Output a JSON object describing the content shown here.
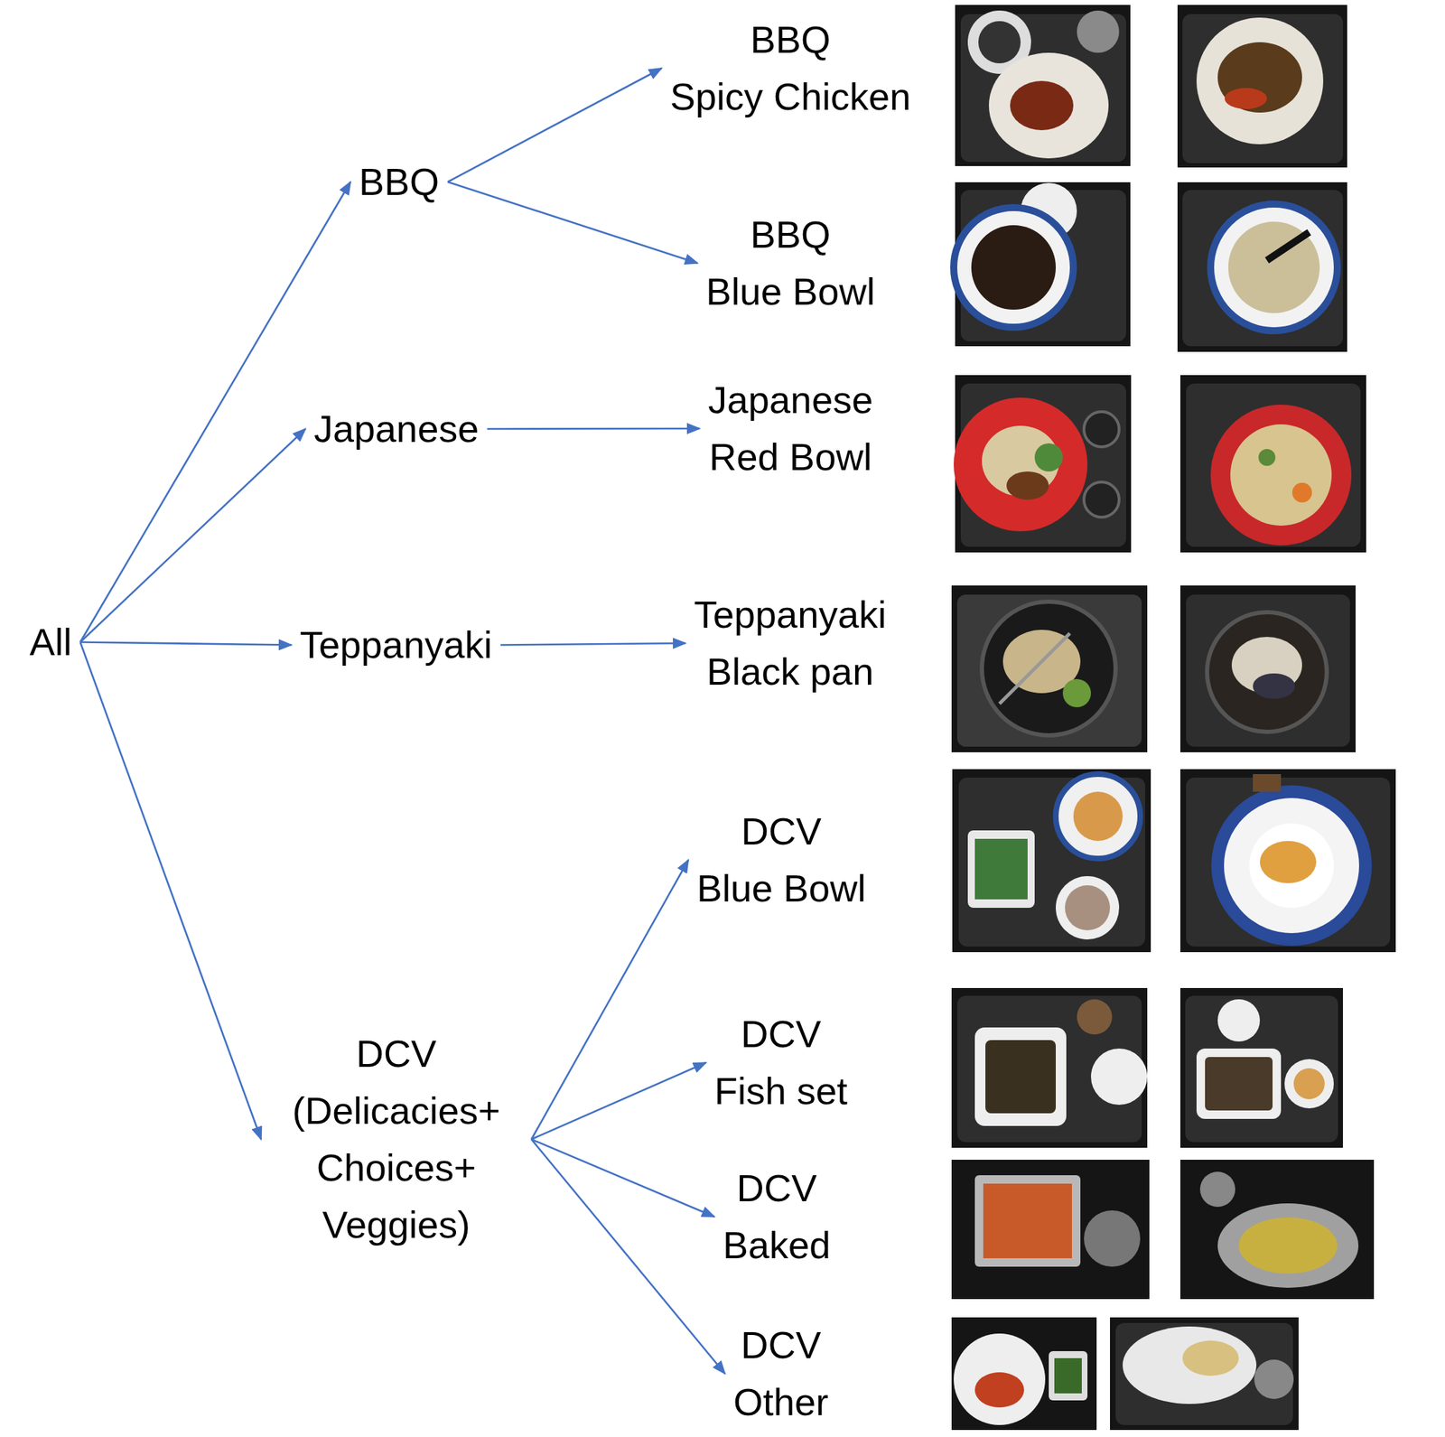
{
  "diagram": {
    "nodes": [
      {
        "text": [
          "All"
        ]
      },
      {
        "text": [
          "BBQ"
        ]
      },
      {
        "text": [
          "Japanese"
        ]
      },
      {
        "text": [
          "Teppanyaki"
        ]
      },
      {
        "text": [
          "DCV (Delicacies+ Choices+ Veggies)"
        ]
      },
      {
        "text": [
          "BBQ",
          "Spicy Chicken"
        ]
      },
      {
        "text": [
          "BBQ",
          "Blue Bowl"
        ]
      },
      {
        "text": [
          "Japanese",
          "Red Bowl"
        ]
      },
      {
        "text": [
          "Teppanyaki",
          "Black pan"
        ]
      },
      {
        "text": [
          "DCV",
          "Blue Bowl"
        ]
      },
      {
        "text": [
          "DCV",
          "Fish set"
        ]
      },
      {
        "text": [
          "DCV",
          "Baked"
        ]
      },
      {
        "text": [
          "DCV",
          "Other"
        ]
      }
    ],
    "edges": [
      {
        "from": 0,
        "to": 1,
        "arrow": "to"
      },
      {
        "from": 0,
        "to": 2,
        "arrow": "to"
      },
      {
        "from": 0,
        "to": 3,
        "arrow": "to"
      },
      {
        "from": 0,
        "to": 4,
        "arrow": "to"
      },
      {
        "from": 1,
        "to": 5,
        "arrow": "to"
      },
      {
        "from": 1,
        "to": 6,
        "arrow": "to"
      },
      {
        "from": 2,
        "to": 7,
        "arrow": "to"
      },
      {
        "from": 3,
        "to": 8,
        "arrow": "to"
      },
      {
        "from": 4,
        "to": 9,
        "arrow": "to"
      },
      {
        "from": 4,
        "to": 10,
        "arrow": "to"
      },
      {
        "from": 4,
        "to": 11,
        "arrow": "to"
      },
      {
        "from": 4,
        "to": 12,
        "arrow": "to"
      }
    ]
  }
}
